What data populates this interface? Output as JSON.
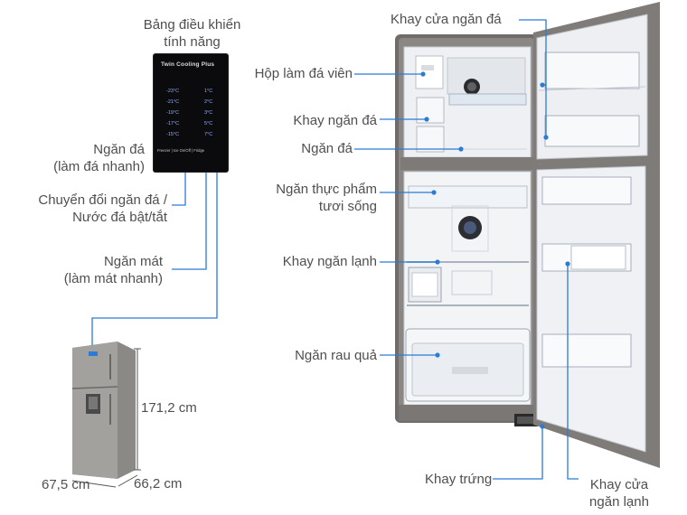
{
  "labels": {
    "control_panel": [
      "Bảng điều khiển",
      "tính năng"
    ],
    "freezer_fast": [
      "Ngăn đá",
      "(làm đá nhanh)"
    ],
    "switch_ice": [
      "Chuyển đổi ngăn đá /",
      "Nước đá bật/tắt"
    ],
    "fridge_fast": [
      "Ngăn mát",
      "(làm mát nhanh)"
    ],
    "ice_door_tray": "Khay cửa ngăn đá",
    "ice_maker": "Hộp làm đá viên",
    "freezer_tray": "Khay ngăn đá",
    "freezer": "Ngăn đá",
    "fresh_food": [
      "Ngăn thực phẩm",
      "tươi sống"
    ],
    "fridge_tray": "Khay ngăn lạnh",
    "veg_drawer": "Ngăn rau quả",
    "egg_tray": "Khay trứng",
    "fridge_door_tray": [
      "Khay cửa",
      "ngăn lạnh"
    ]
  },
  "dimensions": {
    "height": "171,2 cm",
    "width": "67,5 cm",
    "depth": "66,2 cm"
  },
  "panel": {
    "brand": "Twin Cooling Plus",
    "freezer_temps": [
      "-23°C",
      "-21°C",
      "-19°C",
      "-17°C",
      "-15°C"
    ],
    "fridge_temps": [
      "1°C",
      "2°C",
      "3°C",
      "5°C",
      "7°C"
    ],
    "footer": "Freezer | Ice On/Off | Fridge"
  },
  "colors": {
    "accent": "#2a7bd6",
    "text": "#4f4f4f",
    "fridge_body": "#7a7775",
    "interior": "#f2f3f5"
  }
}
